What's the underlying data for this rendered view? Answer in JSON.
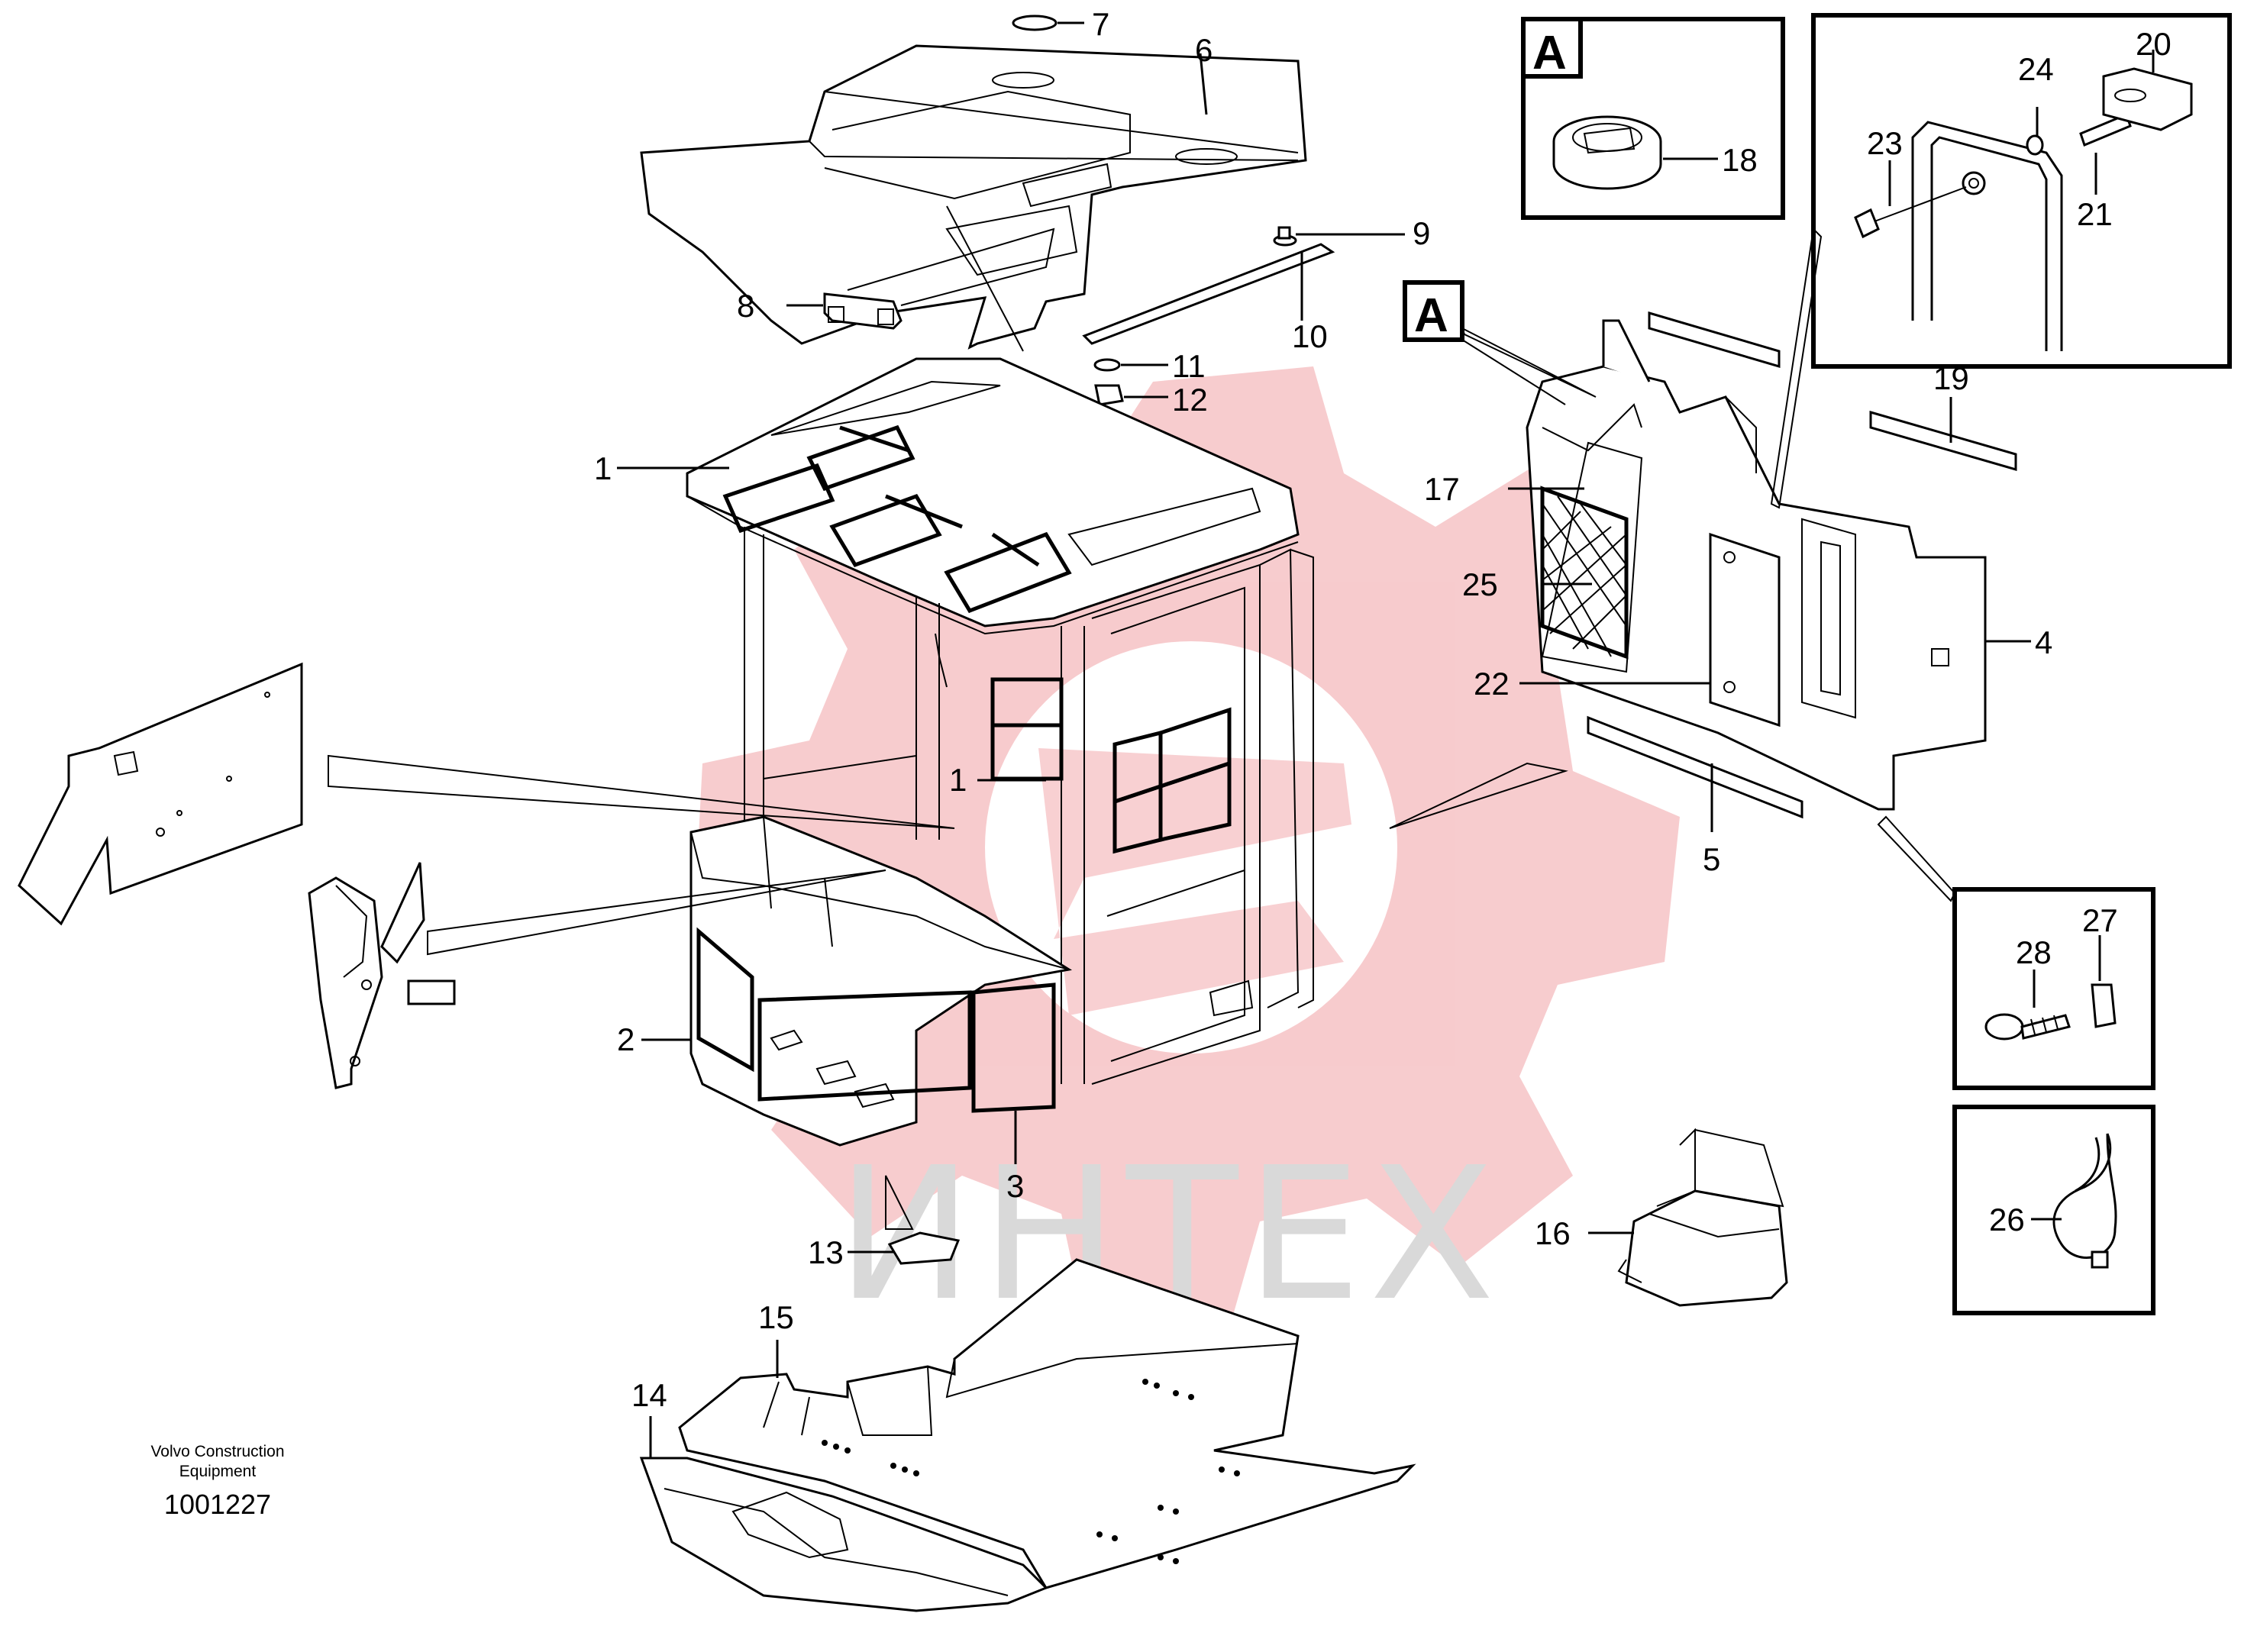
{
  "watermark": {
    "text": "ИНТЕХ",
    "logo_color": "#f7c9cb",
    "text_color": "#d9d9d9"
  },
  "footer": {
    "maker_line1": "Volvo Construction",
    "maker_line2": "Equipment",
    "drawing_number": "1001227"
  },
  "detail_labels": {
    "a_main": "A",
    "a_inset": "A"
  },
  "callouts": {
    "c1_top": "1",
    "c1_mid": "1",
    "c2": "2",
    "c3": "3",
    "c4": "4",
    "c5": "5",
    "c6": "6",
    "c7": "7",
    "c8": "8",
    "c9": "9",
    "c10": "10",
    "c11": "11",
    "c12": "12",
    "c13": "13",
    "c14": "14",
    "c15": "15",
    "c16": "16",
    "c17": "17",
    "c18": "18",
    "c19": "19",
    "c20": "20",
    "c21": "21",
    "c22": "22",
    "c23": "23",
    "c24": "24",
    "c25": "25",
    "c26": "26",
    "c27": "27",
    "c28": "28"
  }
}
